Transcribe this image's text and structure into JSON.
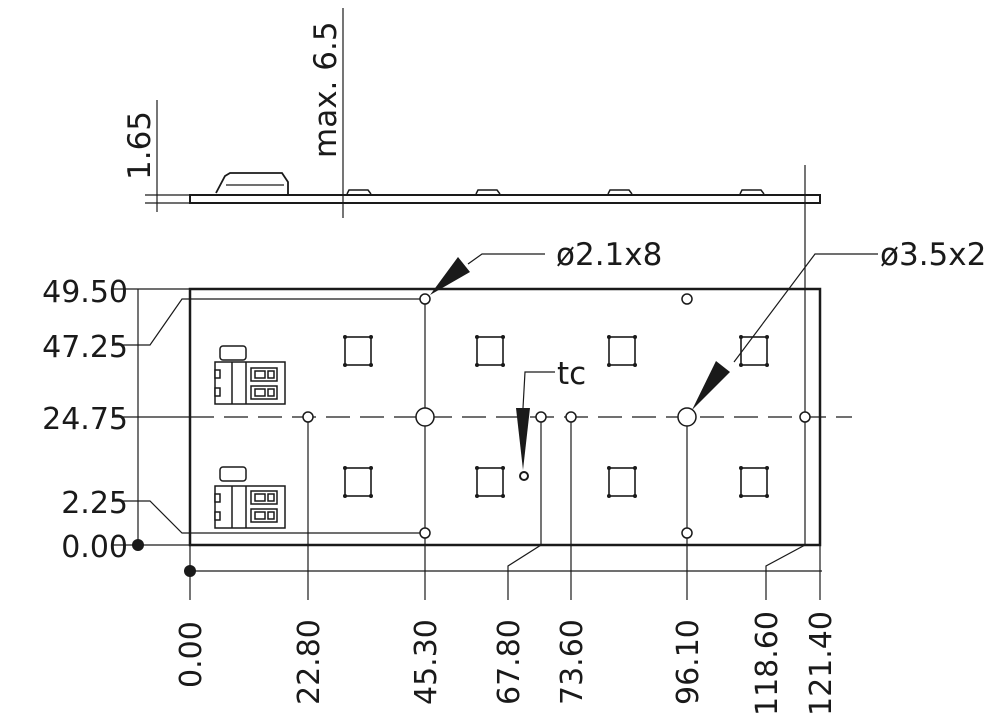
{
  "drawing": {
    "side_view": {
      "thickness_label": "1.65",
      "max_height_label": "max. 6.5"
    },
    "top_view": {
      "y_dimensions": [
        "49.50",
        "47.25",
        "24.75",
        "2.25",
        "0.00"
      ],
      "x_dimensions": [
        "0.00",
        "22.80",
        "45.30",
        "67.80",
        "73.60",
        "96.10",
        "118.60",
        "121.40"
      ],
      "callouts": {
        "small_hole": "ø2.1x8",
        "large_hole": "ø3.5x2",
        "tc_point": "tc"
      }
    }
  }
}
